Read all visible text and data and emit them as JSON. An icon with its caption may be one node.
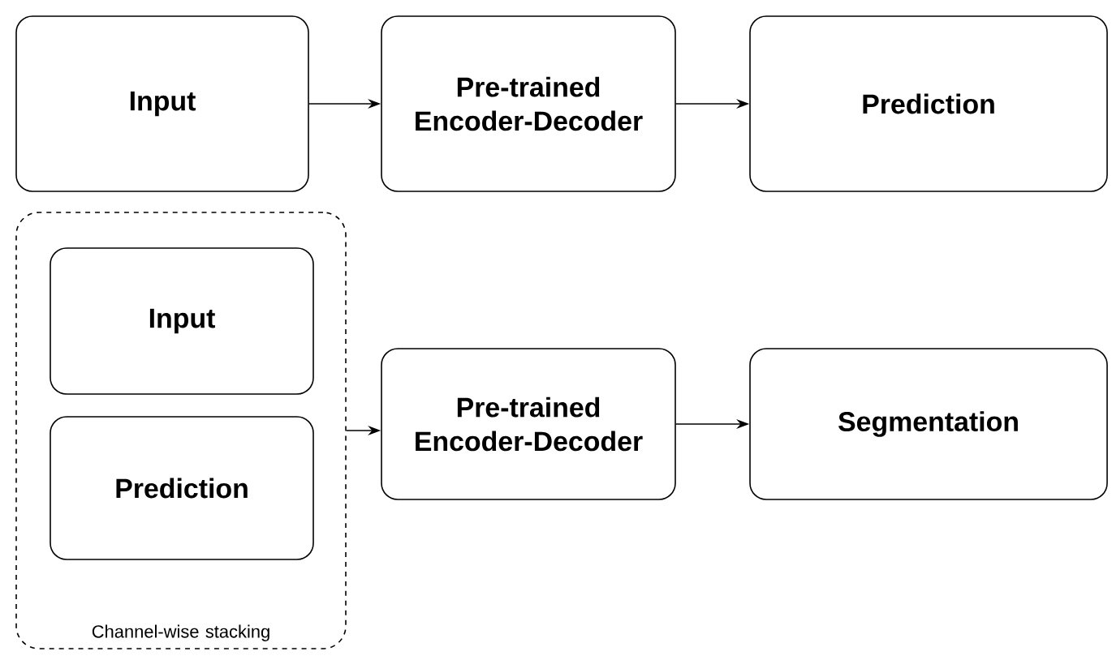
{
  "diagram": {
    "nodes": [
      {
        "text": [
          "Input"
        ]
      },
      {
        "text": [
          "Pre-trained Encoder-Decoder"
        ]
      },
      {
        "text": [
          "Prediction"
        ]
      },
      {
        "text": [
          "Channel-wise stacking"
        ]
      },
      {
        "text": [
          "Input"
        ],
        "in": 3
      },
      {
        "text": [
          "Prediction"
        ],
        "in": 3
      },
      {
        "text": [
          "Pre-trained Encoder-Decoder"
        ]
      },
      {
        "text": [
          "Segmentation"
        ]
      }
    ],
    "edges": [
      {
        "from": 0,
        "to": 1,
        "arrow": "to"
      },
      {
        "from": 1,
        "to": 2,
        "arrow": "to"
      },
      {
        "from": 3,
        "to": 6,
        "arrow": "to"
      },
      {
        "from": 6,
        "to": 7,
        "arrow": "to"
      }
    ]
  }
}
